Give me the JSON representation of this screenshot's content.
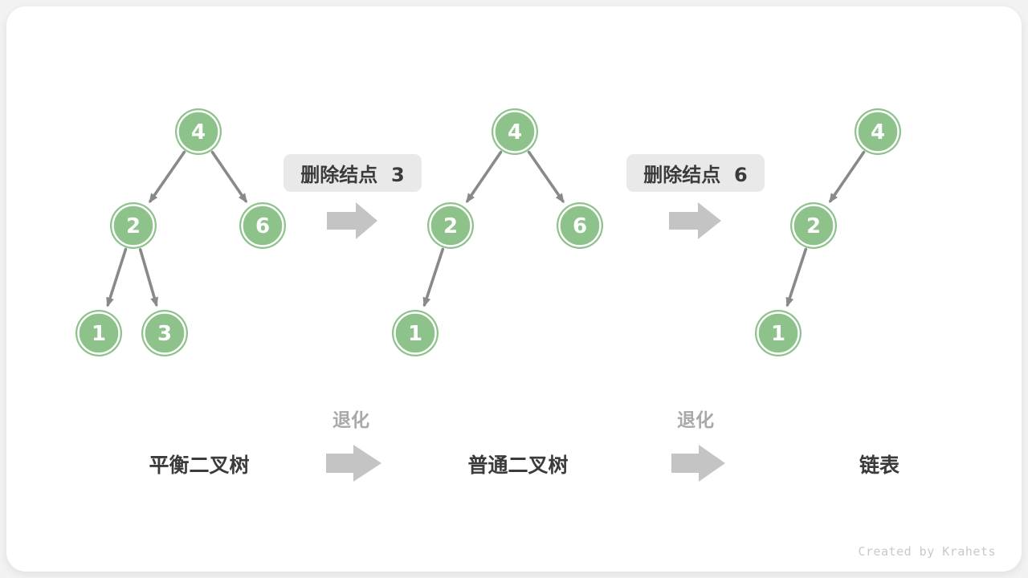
{
  "diagram": {
    "title_implicit": "AVL tree degradation example",
    "trees": [
      {
        "name": "balanced-binary-tree",
        "caption": "平衡二叉树",
        "nodes": [
          {
            "value": "4"
          },
          {
            "value": "2"
          },
          {
            "value": "6"
          },
          {
            "value": "1"
          },
          {
            "value": "3"
          }
        ]
      },
      {
        "name": "ordinary-binary-tree",
        "caption": "普通二叉树",
        "nodes": [
          {
            "value": "4"
          },
          {
            "value": "2"
          },
          {
            "value": "6"
          },
          {
            "value": "1"
          }
        ]
      },
      {
        "name": "linked-list",
        "caption": "链表",
        "nodes": [
          {
            "value": "4"
          },
          {
            "value": "2"
          },
          {
            "value": "1"
          }
        ]
      }
    ],
    "step_labels": [
      {
        "text": "删除结点  3"
      },
      {
        "text": "删除结点  6"
      }
    ],
    "degrade_labels": [
      "退化",
      "退化"
    ],
    "credit": "Created by Krahets"
  },
  "colors": {
    "page_bg": "#f2f2f2",
    "card_bg": "#ffffff",
    "node_fill": "#8dc28b",
    "node_ring": "#ffffff",
    "node_text": "#ffffff",
    "edge": "#898989",
    "block_arrow": "#c4c4c4",
    "label_box_bg": "#e9e9e9",
    "label_text": "#3b3b3b",
    "caption_text": "#3b3b3b",
    "degrade_text": "#a9a9a9",
    "credit_text": "#c9c9c9"
  }
}
